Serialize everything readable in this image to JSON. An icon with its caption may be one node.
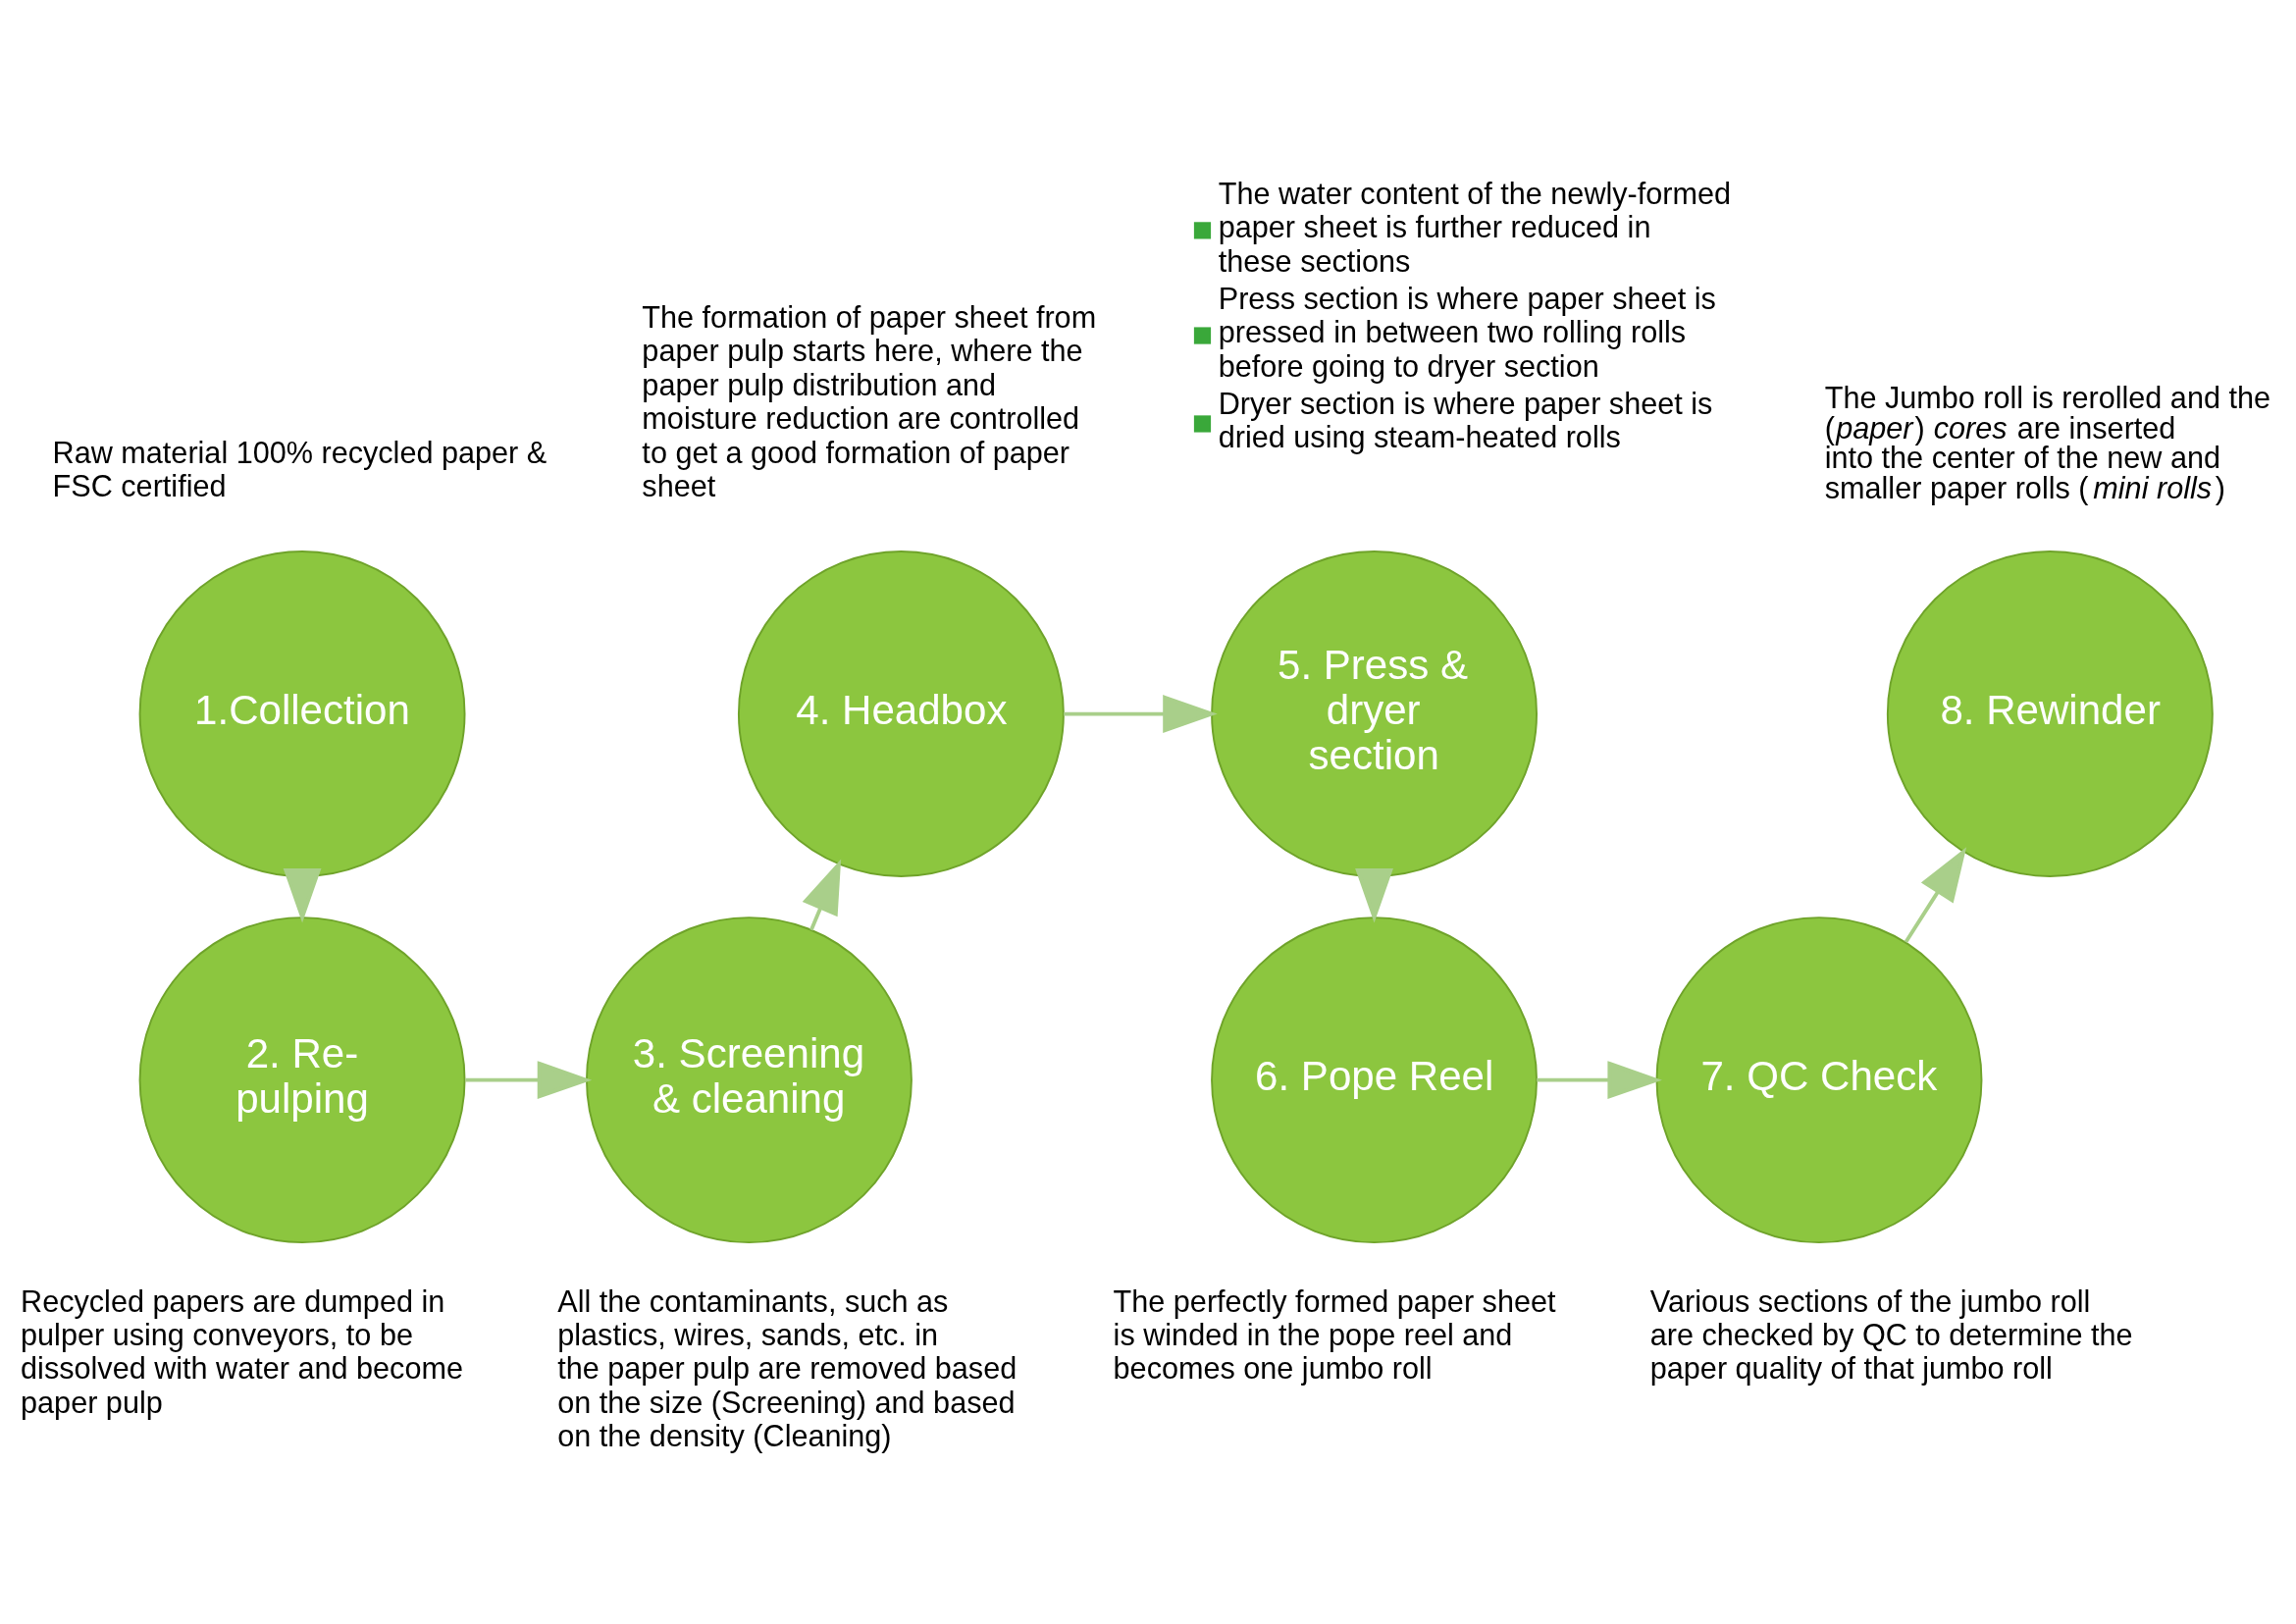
{
  "diagram": {
    "nodes": [
      {
        "text": [
          "1.Collection"
        ],
        "beside": [
          "Raw material 100% recycled paper & FSC certified"
        ]
      },
      {
        "text": [
          "2. Re-pulping"
        ],
        "beside": [
          "Recycled papers are dumped in pulper using conveyors, to be dissolved with water and become paper pulp"
        ]
      },
      {
        "text": [
          "3. Screening & cleaning"
        ],
        "beside": [
          "All the contaminants, such as plastics, wires, sands, etc. in the paper pulp are removed based on the size (Screening) and based on the density (Cleaning)"
        ]
      },
      {
        "text": [
          "4. Headbox"
        ],
        "beside": [
          "The formation of paper sheet from paper pulp starts here, where the paper pulp distribution and moisture reduction are controlled to get a good formation of paper sheet"
        ]
      },
      {
        "text": [
          "5. Press & dryer section"
        ],
        "beside": [
          "The water content of the newly-formed paper sheet is further reduced in these sections",
          "Press section is where paper sheet is pressed in between two rolling rolls before going to dryer section",
          "Dryer section is where paper sheet is dried using steam-heated rolls"
        ]
      },
      {
        "text": [
          "6. Pope Reel"
        ],
        "beside": [
          "The perfectly formed paper sheet is winded in the pope reel and becomes one jumbo roll"
        ]
      },
      {
        "text": [
          "7. QC Check"
        ],
        "beside": [
          "Various sections of the jumbo roll are checked by QC to determine the paper quality of that jumbo roll"
        ]
      },
      {
        "text": [
          "8. Rewinder"
        ],
        "beside": [
          "The Jumbo roll is rerolled and the (*paper*) *cores* are inserted into the center of the new and smaller paper rolls (*mini rolls*)"
        ]
      }
    ],
    "edges": [
      {
        "from": 0,
        "to": 1,
        "arrow": "to"
      },
      {
        "from": 1,
        "to": 2,
        "arrow": "to"
      },
      {
        "from": 2,
        "to": 3,
        "arrow": "to"
      },
      {
        "from": 3,
        "to": 4,
        "arrow": "to"
      },
      {
        "from": 4,
        "to": 5,
        "arrow": "to"
      },
      {
        "from": 5,
        "to": 6,
        "arrow": "to"
      },
      {
        "from": 6,
        "to": 7,
        "arrow": "to"
      }
    ]
  }
}
